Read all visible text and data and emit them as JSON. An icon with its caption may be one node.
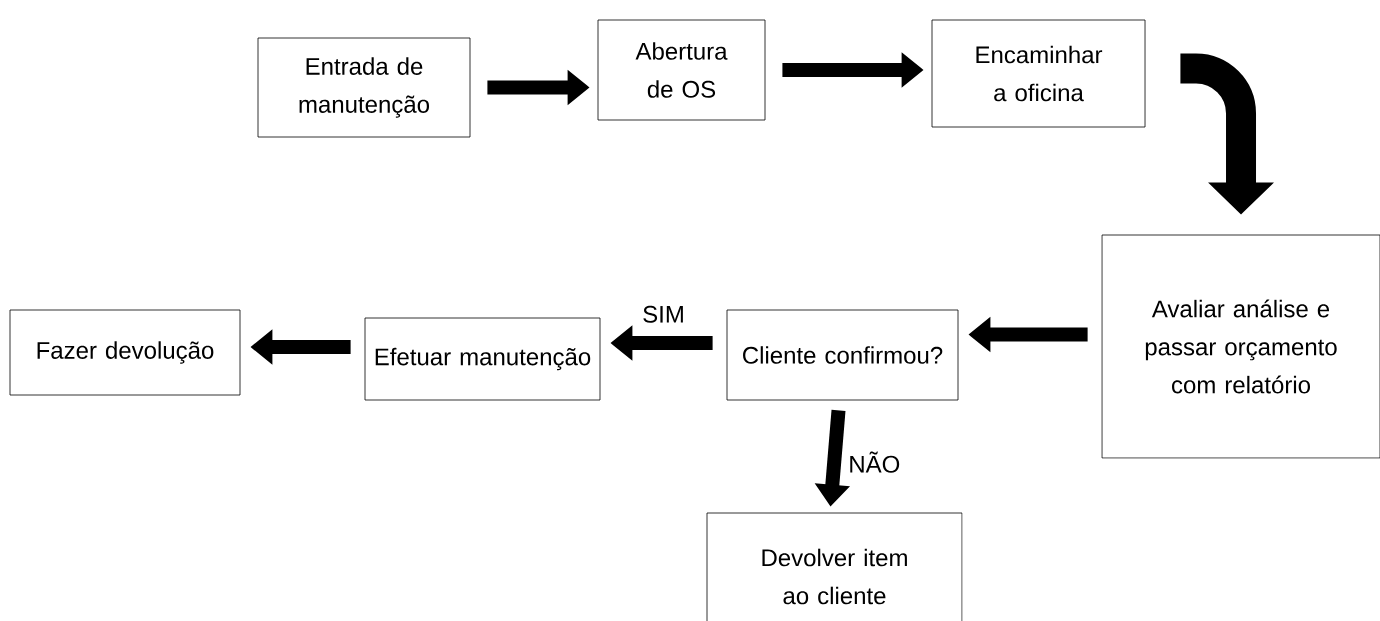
{
  "diagram": {
    "nodes": [
      {
        "text": [
          "Entrada de manutenção"
        ]
      },
      {
        "text": [
          "Abertura de OS"
        ]
      },
      {
        "text": [
          "Encaminhar a oficina"
        ]
      },
      {
        "text": [
          "Avaliar análise e passar orçamento com relatório"
        ]
      },
      {
        "text": [
          "Cliente confirmou?"
        ]
      },
      {
        "text": [
          "Efetuar manutenção"
        ]
      },
      {
        "text": [
          "Fazer devolução"
        ]
      },
      {
        "text": [
          "Devolver item ao cliente"
        ]
      }
    ],
    "edges": [
      {
        "from": 0,
        "to": 1,
        "arrow": "to"
      },
      {
        "from": 1,
        "to": 2,
        "arrow": "to"
      },
      {
        "from": 2,
        "to": 3,
        "arrow": "to",
        "style": "thick"
      },
      {
        "from": 3,
        "to": 4,
        "arrow": "to"
      },
      {
        "from": 4,
        "to": 5,
        "arrow": "to",
        "label": "SIM"
      },
      {
        "from": 5,
        "to": 6,
        "arrow": "to"
      },
      {
        "from": 4,
        "to": 7,
        "arrow": "to",
        "label": "NÃO"
      }
    ]
  }
}
